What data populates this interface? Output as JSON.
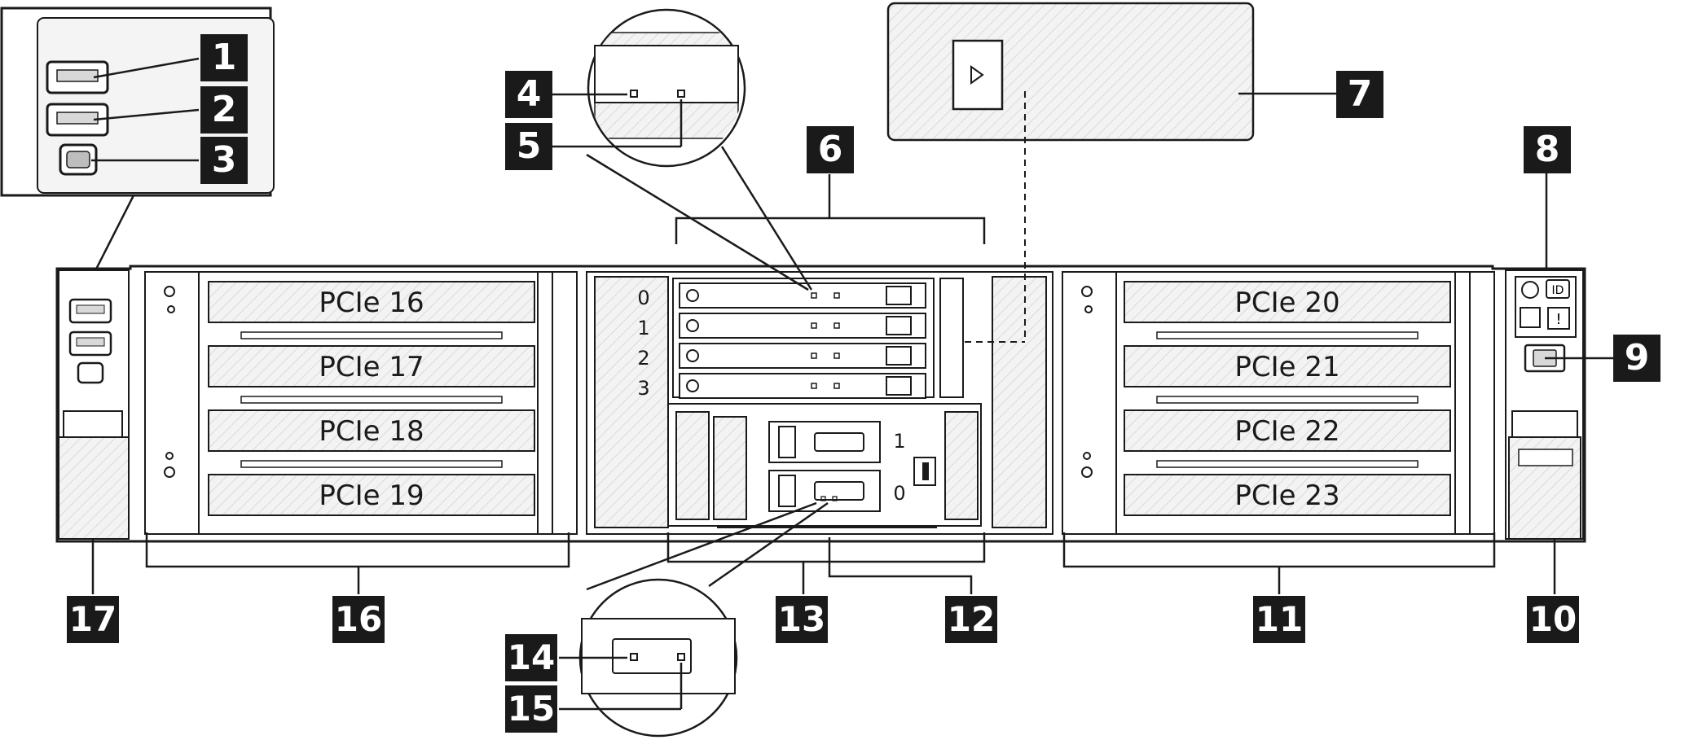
{
  "callouts": {
    "c1": "1",
    "c2": "2",
    "c3": "3",
    "c4": "4",
    "c5": "5",
    "c6": "6",
    "c7": "7",
    "c8": "8",
    "c9": "9",
    "c10": "10",
    "c11": "11",
    "c12": "12",
    "c13": "13",
    "c14": "14",
    "c15": "15",
    "c16": "16",
    "c17": "17"
  },
  "pcie_slots": {
    "s16": "PCIe 16",
    "s17": "PCIe 17",
    "s18": "PCIe 18",
    "s19": "PCIe 19",
    "s20": "PCIe 20",
    "s21": "PCIe 21",
    "s22": "PCIe 22",
    "s23": "PCIe 23"
  },
  "drive_bays_top": {
    "b0": "0",
    "b1": "1",
    "b2": "2",
    "b3": "3"
  },
  "drive_bays_m2": {
    "m1": "1",
    "m0": "0"
  },
  "id_button_label": "ID",
  "fault_label": "!"
}
